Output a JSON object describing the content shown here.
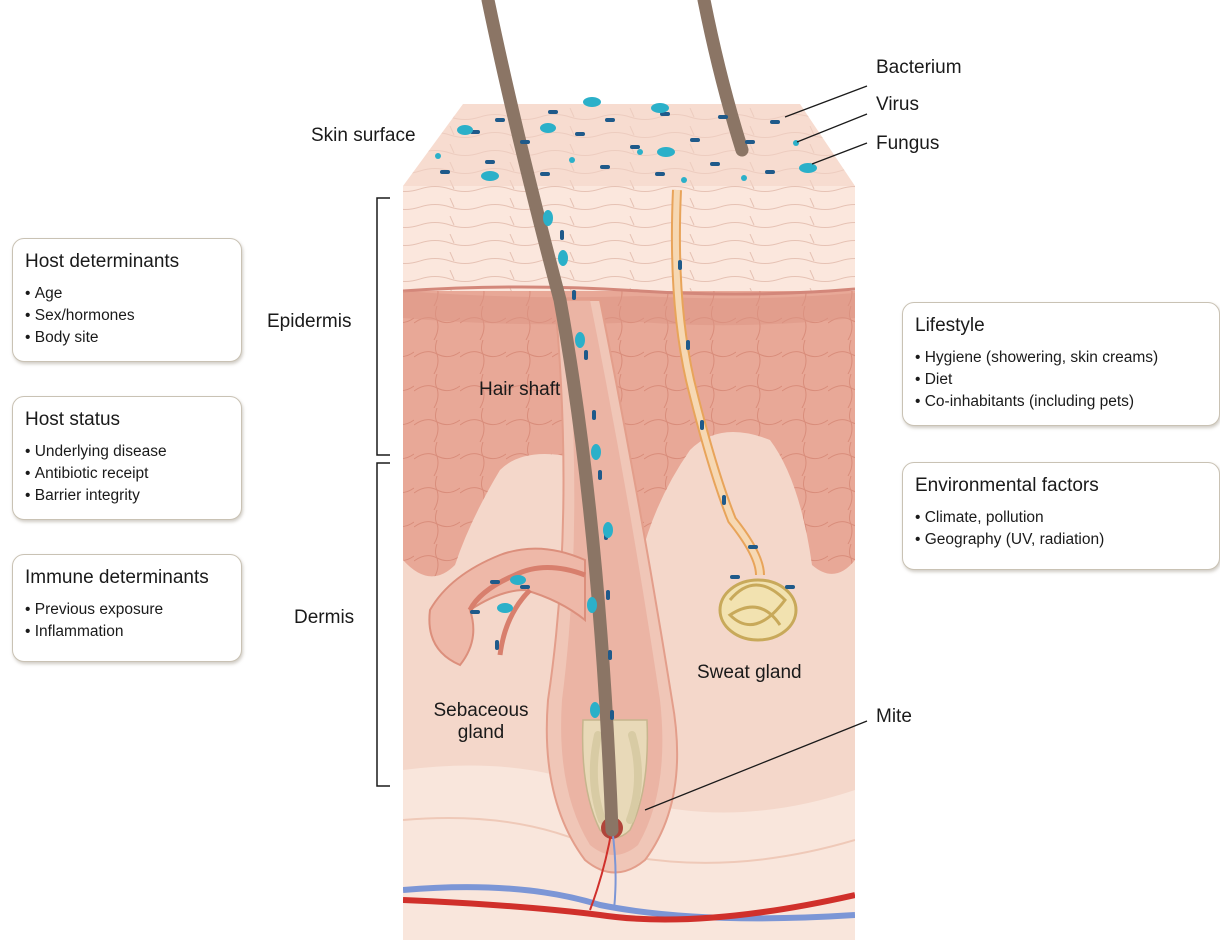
{
  "labels": {
    "skin_surface": "Skin surface",
    "epidermis": "Epidermis",
    "dermis": "Dermis",
    "hair_shaft": "Hair shaft",
    "sebaceous_gland_line1": "Sebaceous",
    "sebaceous_gland_line2": "gland",
    "sweat_gland": "Sweat gland",
    "bacterium": "Bacterium",
    "virus": "Virus",
    "fungus": "Fungus",
    "mite": "Mite"
  },
  "boxes": {
    "host_determinants": {
      "title": "Host determinants",
      "items": [
        "Age",
        "Sex/hormones",
        "Body site"
      ]
    },
    "host_status": {
      "title": "Host status",
      "items": [
        "Underlying disease",
        "Antibiotic receipt",
        "Barrier integrity"
      ]
    },
    "immune_determinants": {
      "title": "Immune determinants",
      "items": [
        "Previous exposure",
        "Inflammation"
      ]
    },
    "lifestyle": {
      "title": "Lifestyle",
      "items": [
        "Hygiene (showering, skin creams)",
        "Diet",
        "Co-inhabitants (including pets)"
      ]
    },
    "environmental_factors": {
      "title": "Environmental factors",
      "items": [
        "Climate, pollution",
        "Geography (UV, radiation)"
      ]
    }
  },
  "colors": {
    "microbe": "#2bb0c9",
    "microbe_dark": "#1f5a8a",
    "hair": "#8b7565",
    "dermis": "#f4d7ca",
    "epidermis": "#e8a897",
    "surface": "#f7dcd0",
    "artery": "#d0302b",
    "vein": "#7c96d6"
  }
}
